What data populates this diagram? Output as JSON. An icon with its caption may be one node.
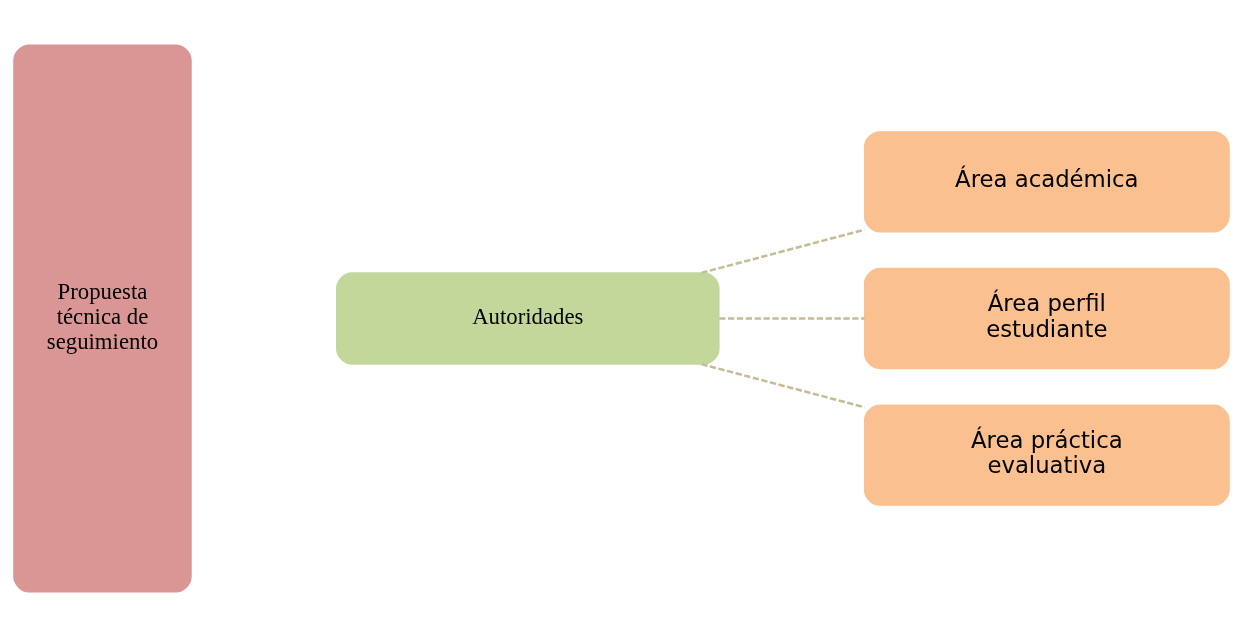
{
  "diagram": {
    "nodes": [
      {
        "text": [
          "Propuesta técnica de seguimiento"
        ]
      },
      {
        "text": [
          "Autoridades"
        ]
      },
      {
        "text": [
          "Área académica"
        ]
      },
      {
        "text": [
          "Área perfil estudiante"
        ]
      },
      {
        "text": [
          "Área práctica evaluativa"
        ]
      }
    ],
    "edges": [
      {
        "from": 1,
        "to": 2,
        "arrow": "none",
        "style": "dashed"
      },
      {
        "from": 1,
        "to": 3,
        "arrow": "none",
        "style": "dashed"
      },
      {
        "from": 1,
        "to": 4,
        "arrow": "none",
        "style": "dashed"
      }
    ]
  }
}
